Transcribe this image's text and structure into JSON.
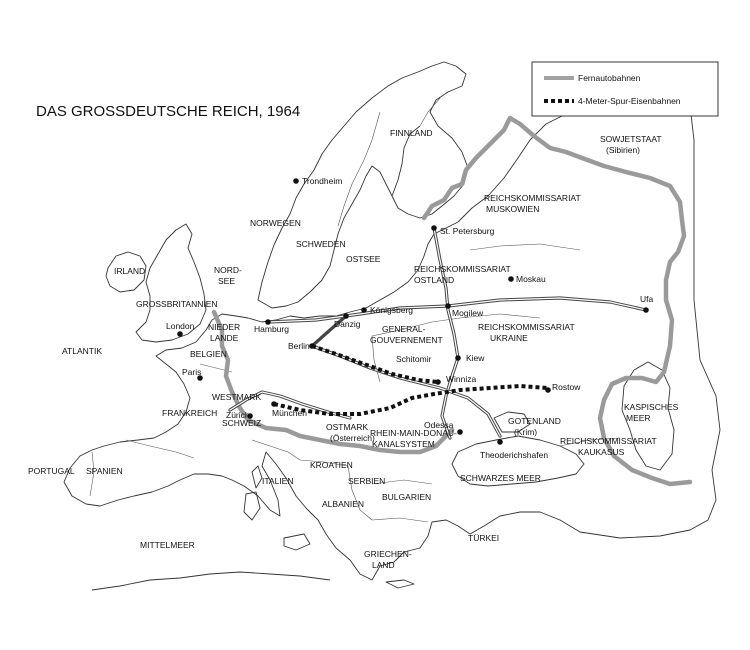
{
  "title": "DAS GROSSDEUTSCHE REICH, 1964",
  "legend": {
    "autobahn_label": "Fernautobahnen",
    "rail_label": "4-Meter-Spur-Eisenbahnen"
  },
  "regions": {
    "finnland": "FINNLAND",
    "sowjetstaat": "SOWJETSTAAT",
    "sibirien": "(Sibirien)",
    "rk_muskowien_1": "REICHSKOMMISSARIAT",
    "rk_muskowien_2": "MUSKOWIEN",
    "norwegen": "NORWEGEN",
    "schweden": "SCHWEDEN",
    "ostsee": "OSTSEE",
    "nordsee_1": "NORD-",
    "nordsee_2": "SEE",
    "irland": "IRLAND",
    "grossbritannien": "GROSSBRITANNIEN",
    "rk_ostland_1": "REICHSKOMMISSARIAT",
    "rk_ostland_2": "OSTLAND",
    "niederlande_1": "NIEDER",
    "niederlande_2": "LANDE",
    "belgien": "BELGIEN",
    "atlantik": "ATLANTIK",
    "generalgouv_1": "GENERAL-",
    "generalgouv_2": "GOUVERNEMENT",
    "rk_ukraine_1": "REICHSKOMMISSARIAT",
    "rk_ukraine_2": "UKRAINE",
    "westmark": "WESTMARK",
    "frankreich": "FRANKREICH",
    "schweiz": "SCHWEIZ",
    "ostmark_1": "OSTMARK",
    "ostmark_2": "(Österreich)",
    "rmd_1": "RHEIN-MAIN-DONAU-",
    "rmd_2": "KANALSYSTEM",
    "gotenland_1": "GOTENLAND",
    "gotenland_2": "(Krim)",
    "kaspisches_1": "KASPISCHES",
    "kaspisches_2": "MEER",
    "rk_kaukasus_1": "REICHSKOMMISSARIAT",
    "rk_kaukasus_2": "KAUKASUS",
    "kroatien": "KROATIEN",
    "italien": "ITALIEN",
    "portugal": "PORTUGAL",
    "spanien": "SPANIEN",
    "serbien": "SERBIEN",
    "bulgarien": "BULGARIEN",
    "schwarzes_meer": "SCHWARZES MEER",
    "albanien": "ALBANIEN",
    "tuerkei": "TÜRKEI",
    "mittelmeer": "MITTELMEER",
    "griechenland_1": "GRIECHEN-",
    "griechenland_2": "LAND"
  },
  "cities": {
    "trondheim": "Trondheim",
    "st_petersburg": "St. Petersburg",
    "moskau": "Moskau",
    "koenigsberg": "Königsberg",
    "danzig": "Danzig",
    "london": "London",
    "hamburg": "Hamburg",
    "ufa": "Ufa",
    "mogilew": "Mogilew",
    "berlin": "Berlin",
    "kiew": "Kiew",
    "schitomir": "Schitomir",
    "paris": "Paris",
    "winniza": "Winniza",
    "rostow": "Rostow",
    "muenchen": "München",
    "zuerich": "Zürich",
    "odessa": "Odessa",
    "theoderichshafen": "Theoderichshafen"
  }
}
